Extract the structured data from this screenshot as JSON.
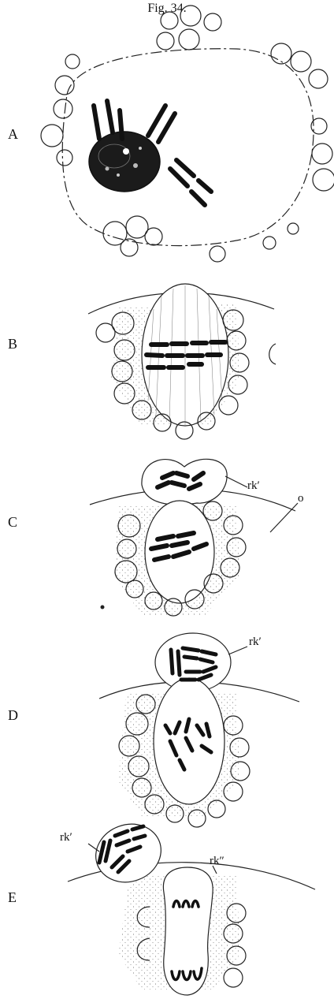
{
  "figure": {
    "title": "Fig. 34."
  },
  "panels": [
    {
      "id": "A",
      "letter": "A",
      "labels": []
    },
    {
      "id": "B",
      "letter": "B",
      "labels": []
    },
    {
      "id": "C",
      "letter": "C",
      "labels": [
        "rk′",
        "o"
      ]
    },
    {
      "id": "D",
      "letter": "D",
      "labels": [
        "rk′"
      ]
    },
    {
      "id": "E",
      "letter": "E",
      "labels": [
        "rk′",
        "rk″"
      ]
    }
  ]
}
